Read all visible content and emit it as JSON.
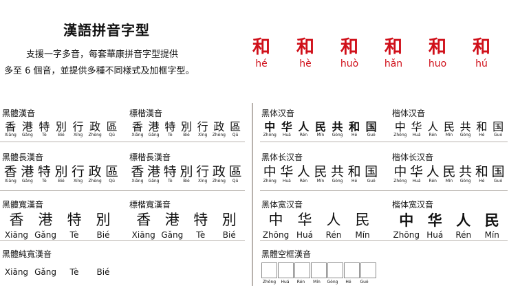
{
  "title": "漢語拼音字型",
  "description": [
    "支援一字多音，每套華康拼音字型提供",
    "多至 6 個音，並提供多種不同樣式及加框字型。"
  ],
  "hero": [
    {
      "ch": "和",
      "py": "hé"
    },
    {
      "ch": "和",
      "py": "hè"
    },
    {
      "ch": "和",
      "py": "huò"
    },
    {
      "ch": "和",
      "py": "hǎn"
    },
    {
      "ch": "和",
      "py": "huo"
    },
    {
      "ch": "和",
      "py": "hú"
    }
  ],
  "accent_color": "#d0101a",
  "sections": {
    "hei": {
      "label": "黑體漢音",
      "chars": [
        "香",
        "港",
        "特",
        "別",
        "行",
        "政",
        "區"
      ],
      "py": [
        "Xiāng",
        "Gǎng",
        "Tè",
        "Bié",
        "Xíng",
        "Zhèng",
        "Qū"
      ]
    },
    "kai": {
      "label": "標楷漢音",
      "chars": [
        "香",
        "港",
        "特",
        "別",
        "行",
        "政",
        "區"
      ],
      "py": [
        "Xiāng",
        "Gǎng",
        "Tè",
        "Bié",
        "Xíng",
        "Zhèng",
        "Qū"
      ]
    },
    "hei_long": {
      "label": "黑體長漢音",
      "chars": [
        "香",
        "港",
        "特",
        "別",
        "行",
        "政",
        "區"
      ],
      "py": [
        "Xiāng",
        "Gǎng",
        "Tè",
        "Bié",
        "Xíng",
        "Zhèng",
        "Qū"
      ]
    },
    "kai_long": {
      "label": "標楷長漢音",
      "chars": [
        "香",
        "港",
        "特",
        "別",
        "行",
        "政",
        "區"
      ],
      "py": [
        "Xiāng",
        "Gǎng",
        "Tè",
        "Bié",
        "Xíng",
        "Zhèng",
        "Qū"
      ]
    },
    "hei_wide": {
      "label": "黑體寬漢音",
      "chars": [
        "香",
        "港",
        "特",
        "別"
      ],
      "py": [
        "Xiāng",
        "Gǎng",
        "Tè",
        "Bié"
      ]
    },
    "kai_wide": {
      "label": "標楷寬漢音",
      "chars": [
        "香",
        "港",
        "特",
        "別"
      ],
      "py": [
        "Xiāng",
        "Gǎng",
        "Tè",
        "Bié"
      ]
    },
    "hei_pure": {
      "label": "黑體純寬漢音",
      "py": [
        "Xiāng",
        "Gǎng",
        "Tè",
        "Bié"
      ]
    },
    "s_hei": {
      "label": "黑体汉音",
      "chars": [
        "中",
        "华",
        "人",
        "民",
        "共",
        "和",
        "国"
      ],
      "py": [
        "Zhōng",
        "Huá",
        "Rén",
        "Mín",
        "Gòng",
        "Hé",
        "Guó"
      ]
    },
    "s_kai": {
      "label": "楷体汉音",
      "chars": [
        "中",
        "华",
        "人",
        "民",
        "共",
        "和",
        "国"
      ],
      "py": [
        "Zhōng",
        "Huá",
        "Rén",
        "Mín",
        "Gòng",
        "Hé",
        "Guó"
      ]
    },
    "s_hei_long": {
      "label": "黑体长汉音",
      "chars": [
        "中",
        "华",
        "人",
        "民",
        "共",
        "和",
        "国"
      ],
      "py": [
        "Zhōng",
        "Huá",
        "Rén",
        "Mín",
        "Gòng",
        "Hé",
        "Guó"
      ]
    },
    "s_kai_long": {
      "label": "楷体长汉音",
      "chars": [
        "中",
        "华",
        "人",
        "民",
        "共",
        "和",
        "国"
      ],
      "py": [
        "Zhōng",
        "Huá",
        "Rén",
        "Mín",
        "Gòng",
        "Hé",
        "Guó"
      ]
    },
    "s_hei_wide": {
      "label": "黑体宽汉音",
      "chars": [
        "中",
        "华",
        "人",
        "民"
      ],
      "py": [
        "Zhōng",
        "Huá",
        "Rén",
        "Mín"
      ]
    },
    "s_kai_wide": {
      "label": "楷体宽汉音",
      "chars": [
        "中",
        "华",
        "人",
        "民"
      ],
      "py": [
        "Zhōng",
        "Huá",
        "Rén",
        "Mín"
      ]
    },
    "box": {
      "label": "黑體空框漢音",
      "py": [
        "Zhōng",
        "Huá",
        "Rén",
        "Mín",
        "Gòng",
        "Hé",
        "Guó"
      ]
    }
  }
}
